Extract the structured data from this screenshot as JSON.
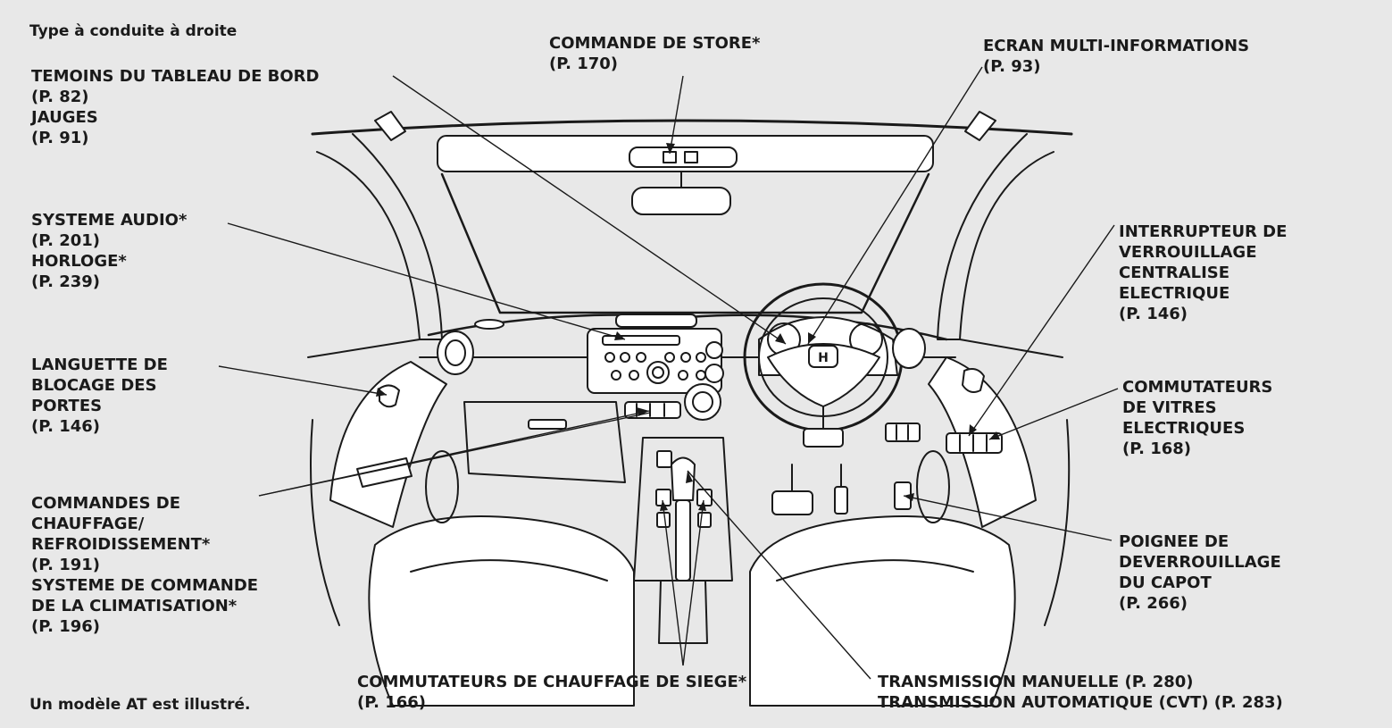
{
  "diagram": {
    "colors": {
      "panel": "#e8e8e8",
      "ink": "#1a1a1a",
      "fill": "#ffffff"
    },
    "header_note": "Type à conduite à droite",
    "footer_note": "Un modèle AT est illustré.",
    "labels": {
      "indicators_gauges": [
        "TEMOINS DU TABLEAU DE BORD",
        "(P. 82)",
        "JAUGES",
        "(P. 91)"
      ],
      "sunshade": [
        "COMMANDE DE STORE*",
        "(P. 170)"
      ],
      "multi_info": [
        "ECRAN MULTI-INFORMATIONS",
        "(P. 93)"
      ],
      "audio_clock": [
        "SYSTEME AUDIO*",
        "(P. 201)",
        "HORLOGE*",
        "(P. 239)"
      ],
      "door_lock_tab": [
        "LANGUETTE DE",
        "BLOCAGE DES",
        "PORTES",
        "(P. 146)"
      ],
      "climate": [
        "COMMANDES DE",
        "CHAUFFAGE/",
        "REFROIDISSEMENT*",
        "(P. 191)",
        "SYSTEME DE COMMANDE",
        "DE LA CLIMATISATION*",
        "(P. 196)"
      ],
      "central_lock": [
        "INTERRUPTEUR DE",
        "VERROUILLAGE",
        "CENTRALISE",
        "ELECTRIQUE",
        "(P. 146)"
      ],
      "power_windows": [
        "COMMUTATEURS",
        "DE VITRES",
        "ELECTRIQUES",
        "(P. 168)"
      ],
      "hood_release": [
        "POIGNEE DE",
        "DEVERROUILLAGE",
        "DU CAPOT",
        "(P. 266)"
      ],
      "seat_heaters": [
        "COMMUTATEURS DE CHAUFFAGE DE SIEGE*",
        "(P. 166)"
      ],
      "transmission": [
        "TRANSMISSION MANUELLE (P. 280)",
        "TRANSMISSION AUTOMATIQUE (CVT) (P. 283)"
      ]
    }
  }
}
